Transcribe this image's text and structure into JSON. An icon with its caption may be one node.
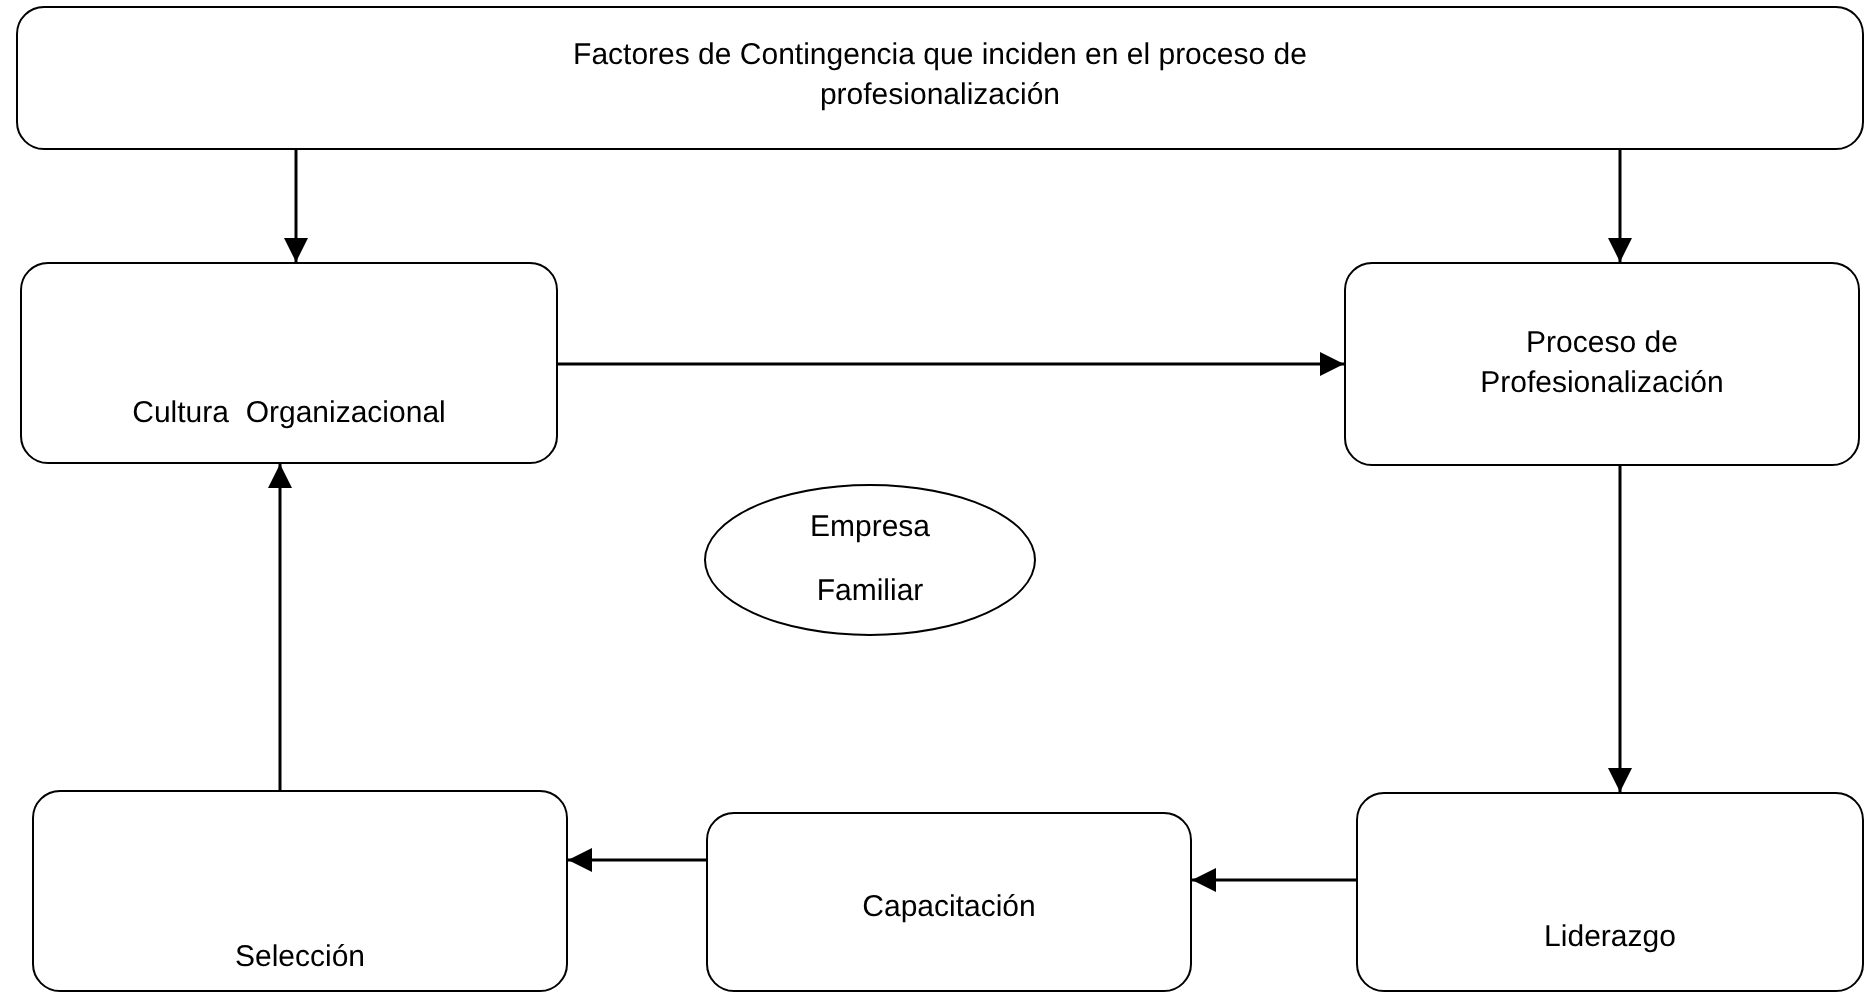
{
  "diagram": {
    "nodes": [
      {
        "text": [
          "Factores de Contingencia que inciden en el proceso de profesionalización"
        ]
      },
      {
        "text": [
          "Cultura  Organizacional"
        ]
      },
      {
        "text": [
          "Proceso de Profesionalización"
        ]
      },
      {
        "text": [
          "Empresa",
          "Familiar"
        ]
      },
      {
        "text": [
          "Selección"
        ]
      },
      {
        "text": [
          "Capacitación"
        ]
      },
      {
        "text": [
          "Liderazgo"
        ]
      }
    ],
    "edges": [
      {
        "from": 0,
        "to": 1,
        "arrow": "to"
      },
      {
        "from": 0,
        "to": 2,
        "arrow": "to"
      },
      {
        "from": 1,
        "to": 2,
        "arrow": "to"
      },
      {
        "from": 2,
        "to": 6,
        "arrow": "to"
      },
      {
        "from": 6,
        "to": 5,
        "arrow": "to"
      },
      {
        "from": 5,
        "to": 4,
        "arrow": "to"
      },
      {
        "from": 4,
        "to": 1,
        "arrow": "to"
      }
    ]
  }
}
